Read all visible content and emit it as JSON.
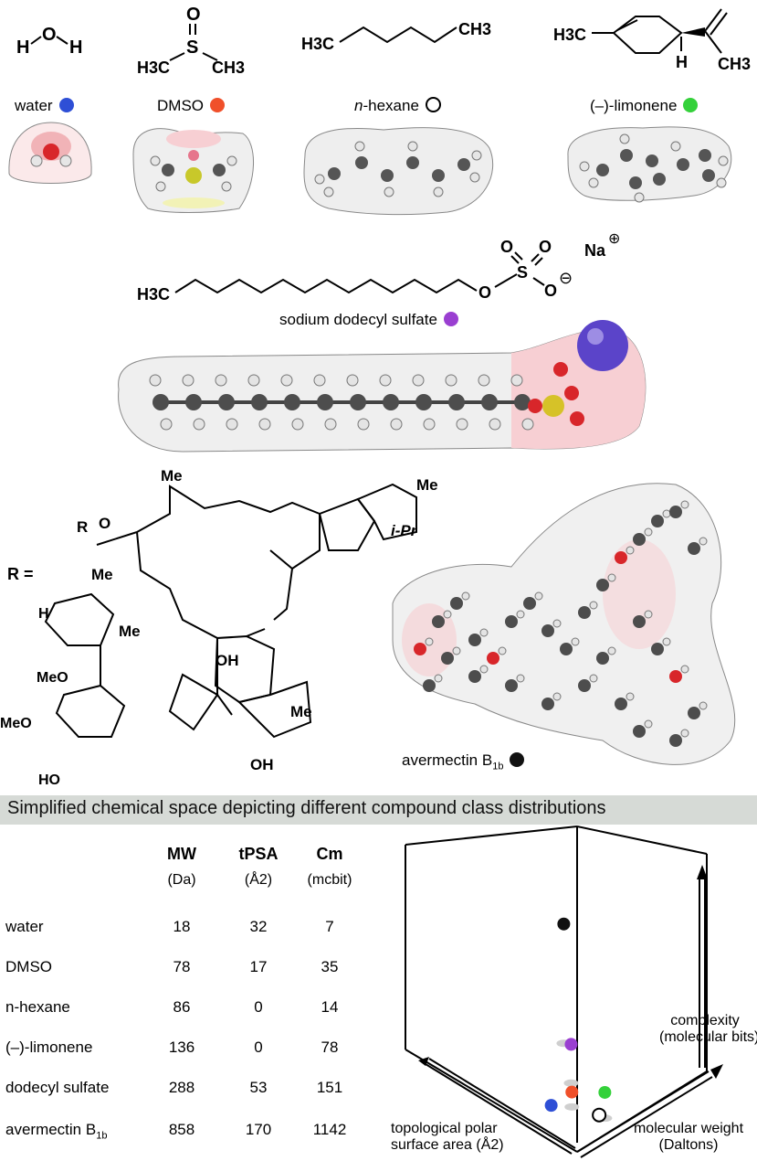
{
  "molecules": {
    "water": {
      "name": "water",
      "color": "#2e4fd6"
    },
    "dmso": {
      "name": "DMSO",
      "color": "#f0502a"
    },
    "hexane": {
      "name_prefix": "n",
      "name_suffix": "-hexane",
      "color": "#ffffff"
    },
    "limonene": {
      "name": "(–)-limonene",
      "color": "#34d13a"
    },
    "sds": {
      "name": "sodium dodecyl sulfate",
      "color": "#9a3fd1"
    },
    "avermectin": {
      "name": "avermectin B",
      "name_sub": "1b",
      "color": "#111111"
    }
  },
  "structure_labels": {
    "water_h1": "H",
    "water_o": "O",
    "water_h2": "H",
    "dmso_o": "O",
    "dmso_s": "S",
    "dmso_ch3_left": "H3C",
    "dmso_ch3_right": "CH3",
    "hex_left": "H3C",
    "hex_right": "CH3",
    "lim_left": "H3C",
    "lim_h": "H",
    "lim_right": "CH3",
    "sds_h3c": "H3C",
    "sds_o1": "O",
    "sds_o2": "O",
    "sds_o3": "O",
    "sds_o4": "O",
    "sds_s": "S",
    "sds_na": "Na",
    "sds_plus": "⊕",
    "sds_minus": "⊖",
    "av_me1": "Me",
    "av_me2": "Me",
    "av_me3": "Me",
    "av_me4": "Me",
    "av_me5": "Me",
    "av_r": "R",
    "av_o": "O",
    "av_req": "R =",
    "av_h": "H",
    "av_ipr": "i-Pr",
    "av_oh1": "OH",
    "av_oh2": "OH",
    "av_meo1": "MeO",
    "av_meo2": "MeO",
    "av_ho": "HO"
  },
  "banner": "Simplified chemical space depicting different compound class distributions",
  "table": {
    "headers": [
      {
        "title": "MW",
        "unit": "(Da)"
      },
      {
        "title": "tPSA",
        "unit": "(Å2)"
      },
      {
        "title": "Cm",
        "unit": "(mcbit)"
      }
    ],
    "rows": [
      {
        "name": "water",
        "mw": "18",
        "tpsa": "32",
        "cm": "7"
      },
      {
        "name": "DMSO",
        "mw": "78",
        "tpsa": "17",
        "cm": "35"
      },
      {
        "name": "n-hexane",
        "mw": "86",
        "tpsa": "0",
        "cm": "14"
      },
      {
        "name": "(–)-limonene",
        "mw": "136",
        "tpsa": "0",
        "cm": "78"
      },
      {
        "name": "dodecyl sulfate",
        "mw": "288",
        "tpsa": "53",
        "cm": "151"
      },
      {
        "name": "avermectin B",
        "name_sub": "1b",
        "mw": "858",
        "tpsa": "170",
        "cm": "1142"
      }
    ]
  },
  "chart_data": {
    "type": "scatter",
    "axes": {
      "z_label_1": "complexity",
      "z_label_2": "(molecular bits)",
      "x_label_1": "molecular weight",
      "x_label_2": "(Daltons)",
      "y_label_1": "topological polar",
      "y_label_2": "surface area (Å2)"
    },
    "points": [
      {
        "name": "water",
        "mw": 18,
        "tpsa": 32,
        "cm": 7,
        "color": "#2e4fd6"
      },
      {
        "name": "DMSO",
        "mw": 78,
        "tpsa": 17,
        "cm": 35,
        "color": "#f0502a"
      },
      {
        "name": "n-hexane",
        "mw": 86,
        "tpsa": 0,
        "cm": 14,
        "color": "#ffffff"
      },
      {
        "name": "(–)-limonene",
        "mw": 136,
        "tpsa": 0,
        "cm": 78,
        "color": "#34d13a"
      },
      {
        "name": "dodecyl sulfate",
        "mw": 288,
        "tpsa": 53,
        "cm": 151,
        "color": "#9a3fd1"
      },
      {
        "name": "avermectin B1b",
        "mw": 858,
        "tpsa": 170,
        "cm": 1142,
        "color": "#111111"
      }
    ]
  }
}
